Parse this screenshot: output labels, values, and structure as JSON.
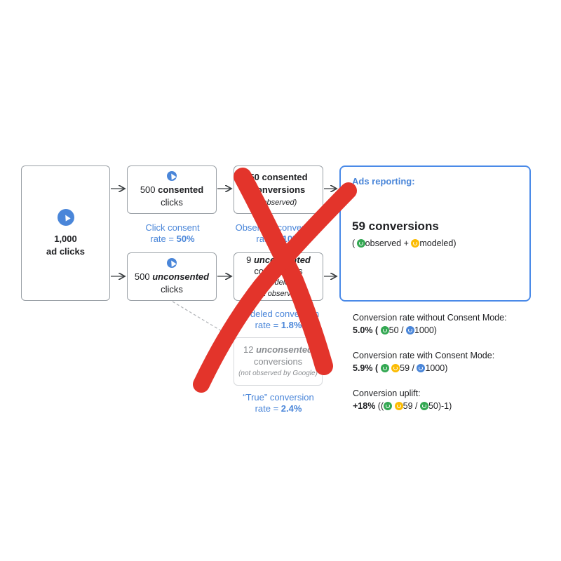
{
  "left_box": {
    "count": "1,000",
    "label": "ad clicks"
  },
  "consented_clicks": {
    "count": "500",
    "emph": "consented",
    "label": "clicks"
  },
  "unconsented_clicks": {
    "count": "500",
    "emph": "unconsented",
    "label": "clicks"
  },
  "click_consent_caption": {
    "line1": "Click consent",
    "line2_prefix": "rate = ",
    "line2_value": "50%"
  },
  "consented_conversions": {
    "count": "50",
    "emph": "consented",
    "line2": "conversions",
    "line3": "(observed)"
  },
  "observed_caption": {
    "line1": "Observed conversion",
    "line2_prefix": "rate = ",
    "line2_value": "10%"
  },
  "unconsented_conversions": {
    "count": "9",
    "emph": "unconsented",
    "line2": "conversions",
    "line3": "(modeled;",
    "line4": "not observed)"
  },
  "modeled_caption": {
    "line1": "Modeled conversion",
    "line2_prefix": "rate = ",
    "line2_value": "1.8%"
  },
  "true_unconsented": {
    "count": "12",
    "emph": "unconsented",
    "line2": "conversions",
    "line3": "(not observed by Google)"
  },
  "true_caption": {
    "line1": "“True” conversion",
    "line2_prefix": "rate = ",
    "line2_value": "2.4%"
  },
  "ads": {
    "title": "Ads reporting:",
    "headline": "59 conversions",
    "observed": "observed",
    "plus": " + ",
    "modeled": "modeled"
  },
  "stats": [
    {
      "label": "Conversion rate without Consent Mode:",
      "value": "5.0%",
      "a": "50",
      "b": "1000"
    },
    {
      "label": "Conversion rate with Consent Mode:",
      "value": "5.9%",
      "a": "59",
      "b": "1000"
    },
    {
      "label": "Conversion uplift:",
      "value": "+18%",
      "a": "59",
      "b": "50"
    }
  ],
  "colors": {
    "accent_blue": "#4a86d9",
    "observed_green": "#34a853",
    "modeled_yellow": "#fbbc04",
    "cross_red": "#e3342b"
  }
}
